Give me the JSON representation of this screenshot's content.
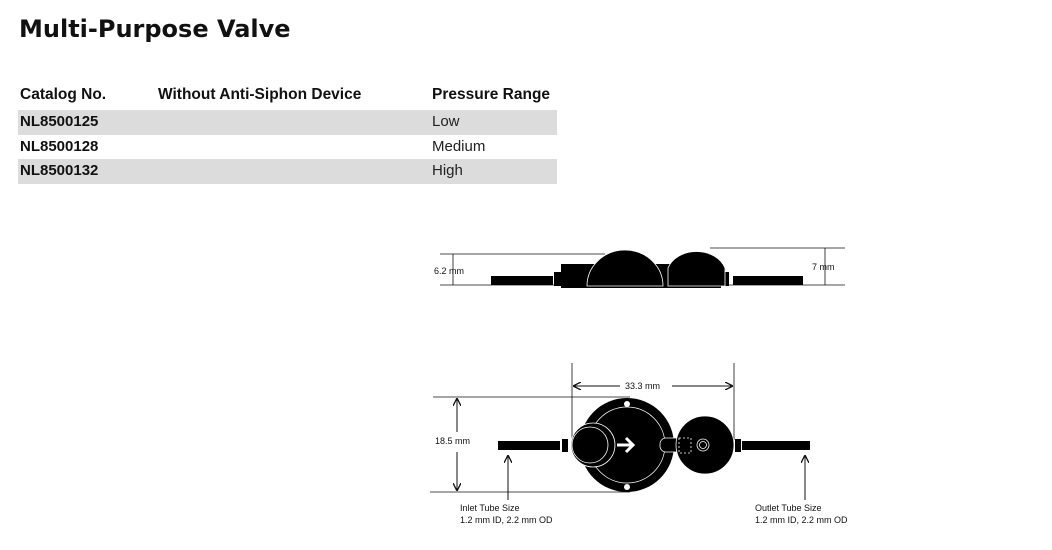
{
  "title": "Multi-Purpose Valve",
  "table": {
    "headers": [
      "Catalog No.",
      "Without Anti-Siphon Device",
      "Pressure Range"
    ],
    "rows": [
      {
        "catalog": "NL8500125",
        "device": "",
        "pressure": "Low"
      },
      {
        "catalog": "NL8500128",
        "device": "",
        "pressure": "Medium"
      },
      {
        "catalog": "NL8500132",
        "device": "",
        "pressure": "High"
      }
    ]
  },
  "diagram": {
    "side_left_dim": "6.2 mm",
    "side_right_dim": "7 mm",
    "width_dim": "33.3 mm",
    "height_dim": "18.5 mm",
    "inlet_label": "Inlet Tube Size",
    "inlet_spec": "1.2 mm ID, 2.2 mm OD",
    "outlet_label": "Outlet Tube Size",
    "outlet_spec": "1.2 mm ID, 2.2 mm OD"
  }
}
